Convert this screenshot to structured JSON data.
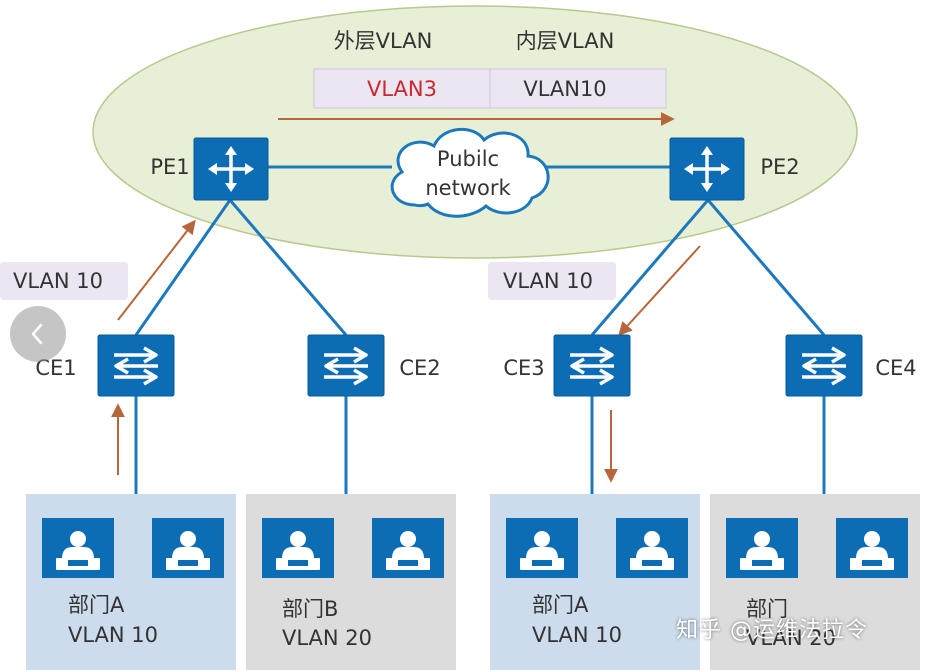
{
  "header": {
    "outer_vlan_label": "外层VLAN",
    "inner_vlan_label": "内层VLAN",
    "outer_tag": "VLAN3",
    "inner_tag": "VLAN10"
  },
  "cloud": {
    "label_line1": "Pubilc",
    "label_line2": "network"
  },
  "devices": {
    "pe1": "PE1",
    "pe2": "PE2",
    "ce1": "CE1",
    "ce2": "CE2",
    "ce3": "CE3",
    "ce4": "CE4"
  },
  "tags": {
    "left": "VLAN 10",
    "right": "VLAN 10"
  },
  "departments": [
    {
      "name": "部门A",
      "vlan": "VLAN 10"
    },
    {
      "name": "部门B",
      "vlan": "VLAN 20"
    },
    {
      "name": "部门A",
      "vlan": "VLAN 10"
    },
    {
      "name": "部门",
      "vlan": "VLAN 20"
    }
  ],
  "watermark": "知乎 @运维法拉令",
  "colors": {
    "ellipse_fill": "#e7efd6",
    "device_blue": "#0c6db4",
    "link_blue": "#1c79bd",
    "arrow_brown": "#b5673a",
    "dept_blue": "#ccdcec",
    "dept_gray": "#dcdcdc",
    "tag_fill": "#ece6f2"
  }
}
